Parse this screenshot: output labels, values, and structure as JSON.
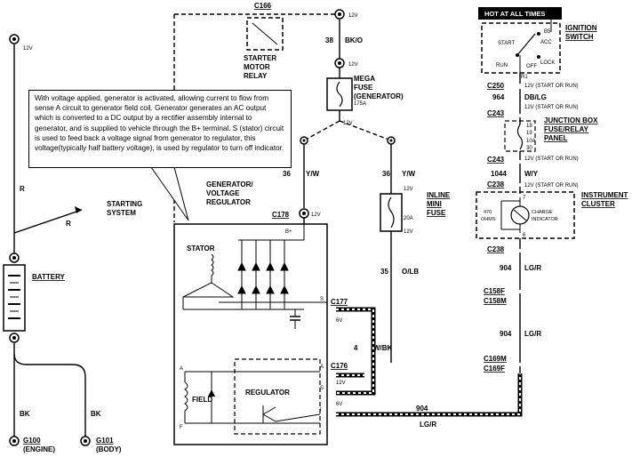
{
  "note": "With voltage applied, generator is activated, allowing current to flow from sense A circuit to generator field coil. Generator generates an AC output which is converted to a DC output by a rectifier assembly internal to generator, and is supplied to vehicle through the B+ terminal. S (stator) circuit is used to feed back a voltage signal from generator to regulator, this voltage(typically half battery voltage), is used by regulator to turn off indicator.",
  "hot_label": "HOT AT ALL TIMES",
  "connectors": {
    "c166": "C166",
    "c178": "C178",
    "c177": "C177",
    "c176": "C176",
    "c250": "C250",
    "c243a": "C243",
    "c243b": "C243",
    "c238a": "C238",
    "c238b": "C238",
    "c158f": "C158F",
    "c158m": "C158M",
    "c169m": "C169M",
    "c169f": "C169F"
  },
  "components": {
    "starter_relay_1": "STARTER",
    "starter_relay_2": "MOTOR",
    "starter_relay_3": "RELAY",
    "mega_fuse_1": "MEGA",
    "mega_fuse_2": "FUSE",
    "mega_fuse_3": "(GENERATOR)",
    "mega_fuse_rating": "175A",
    "generator_1": "GENERATOR/",
    "generator_2": "VOLTAGE",
    "generator_3": "REGULATOR",
    "stator": "STATOR",
    "field": "FIELD",
    "regulator": "REGULATOR",
    "battery": "BATTERY",
    "starting_1": "STARTING",
    "starting_2": "SYSTEM",
    "inline_1": "INLINE",
    "inline_2": "MINI",
    "inline_3": "FUSE",
    "inline_rating": "20A",
    "ignition_1": "IGNITION",
    "ignition_2": "SWITCH",
    "sw_b5": "B5",
    "sw_start": "START",
    "sw_acc": "ACC",
    "sw_run": "RUN",
    "sw_off": "OFF",
    "sw_lock": "LOCK",
    "sw_r1": "R1",
    "jb_1": "JUNCTION BOX",
    "jb_2": "FUSE/RELAY",
    "jb_3": "PANEL",
    "jb_p1": "18",
    "jb_p2": "19",
    "jb_rating": "10A",
    "jb_p3": "30",
    "cluster_1": "INSTRUMENT",
    "cluster_2": "CLUSTER",
    "ohms_1": "470",
    "ohms_2": "OHMS",
    "charge_1": "CHARGE",
    "charge_2": "INDICATOR",
    "pin7": "7",
    "pin6": "6",
    "ground1_id": "G100",
    "ground1_loc": "(ENGINE)",
    "ground2_id": "G101",
    "ground2_loc": "(BODY)",
    "bplus": "B+",
    "term_s": "S",
    "term_a": "A",
    "term_f": "F",
    "term_a2": "A",
    "term_s2": "S",
    "term_i": "I"
  },
  "volts": {
    "v12": "12V",
    "v6": "6V",
    "v12sr": "12V (START OR RUN)"
  },
  "wires": {
    "w38n": "38",
    "w38c": "BK/O",
    "w36ln": "36",
    "w36lc": "Y/W",
    "w36rn": "36",
    "w36rc": "Y/W",
    "w35n": "35",
    "w35c": "O/LB",
    "w4n": "4",
    "w4c": "W/BK",
    "w964an": "964",
    "w964ac": "DB/LG",
    "w1044n": "1044",
    "w1044c": "W/Y",
    "w904an": "904",
    "w904ac": "LG/R",
    "w904bn": "904",
    "w904bc": "LG/R",
    "w904cn": "904",
    "w904cc": "LG/R",
    "wr1": "R",
    "wr2": "R",
    "wbk1": "BK",
    "wbk2": "BK"
  }
}
